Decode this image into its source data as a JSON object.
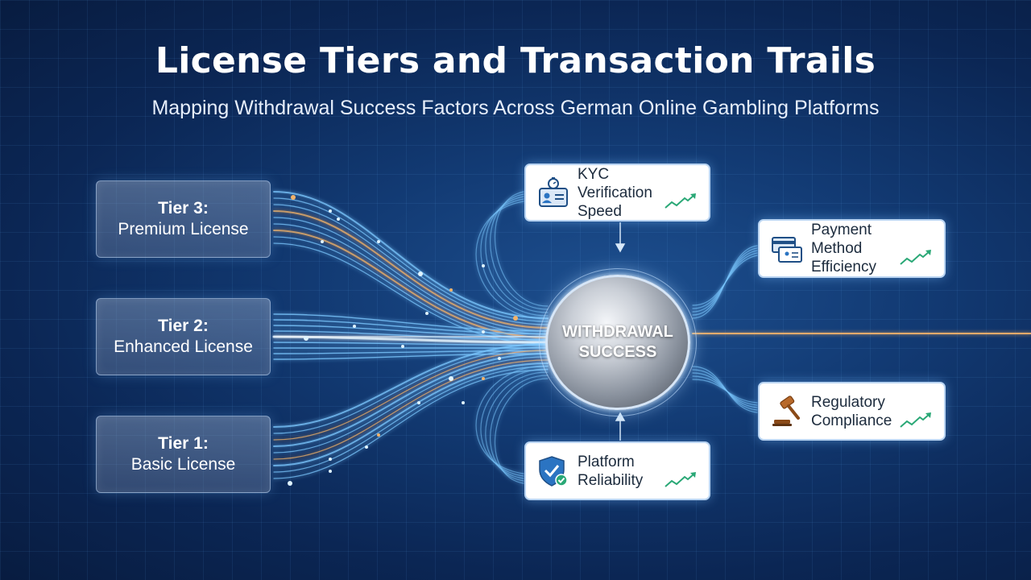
{
  "title": "License Tiers and Transaction Trails",
  "subtitle": "Mapping Withdrawal Success Factors Across German Online Gambling Platforms",
  "tiers": [
    {
      "name": "Tier 3:",
      "label": "Premium License"
    },
    {
      "name": "Tier 2:",
      "label": "Enhanced License"
    },
    {
      "name": "Tier 1:",
      "label": "Basic License"
    }
  ],
  "hub": {
    "label": "WITHDRAWAL SUCCESS"
  },
  "factors": {
    "kyc": {
      "label": "KYC Verification Speed",
      "icon": "id-card-stopwatch-icon"
    },
    "payment": {
      "label": "Payment Method Efficiency",
      "icon": "payment-cards-icon"
    },
    "regulatory": {
      "label": "Regulatory Compliance",
      "icon": "gavel-icon"
    },
    "platform": {
      "label": "Platform Reliability",
      "icon": "shield-check-icon"
    }
  },
  "colors": {
    "background": "#0b2654",
    "flow_blue": "#7cc8ff",
    "flow_gold": "#f2b36a",
    "trend_green": "#2aa876"
  }
}
